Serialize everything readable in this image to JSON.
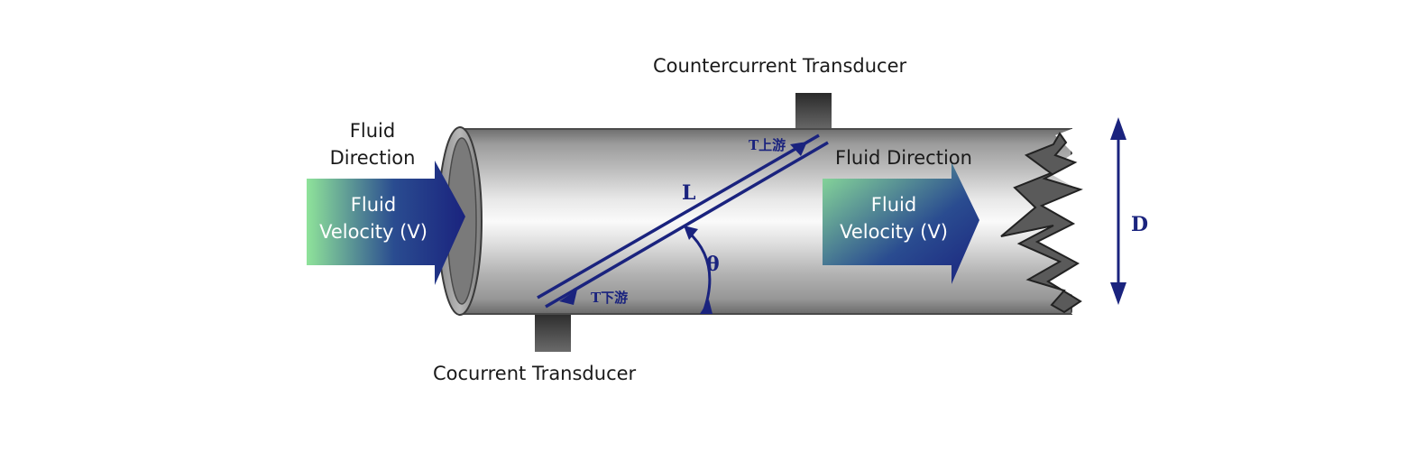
{
  "labels": {
    "countercurrent_transducer": "Countercurrent Transducer",
    "cocurrent_transducer": "Cocurrent Transducer",
    "fluid_direction_left_line1": "Fluid",
    "fluid_direction_left_line2": "Direction",
    "fluid_direction_right": "Fluid Direction",
    "velocity_left_line1": "Fluid",
    "velocity_left_line2": "Velocity (V)",
    "velocity_right_line1": "Fluid",
    "velocity_right_line2": "Velocity (V)"
  },
  "symbols": {
    "path_length": "L",
    "angle": "θ",
    "diameter": "D",
    "t_upstream": "T上游",
    "t_downstream": "T下游"
  },
  "colors": {
    "arrow_green": "#8fe39a",
    "arrow_navy": "#1a237e",
    "beam_navy": "#1a237e",
    "pipe_gray": "#9a9a9a"
  }
}
